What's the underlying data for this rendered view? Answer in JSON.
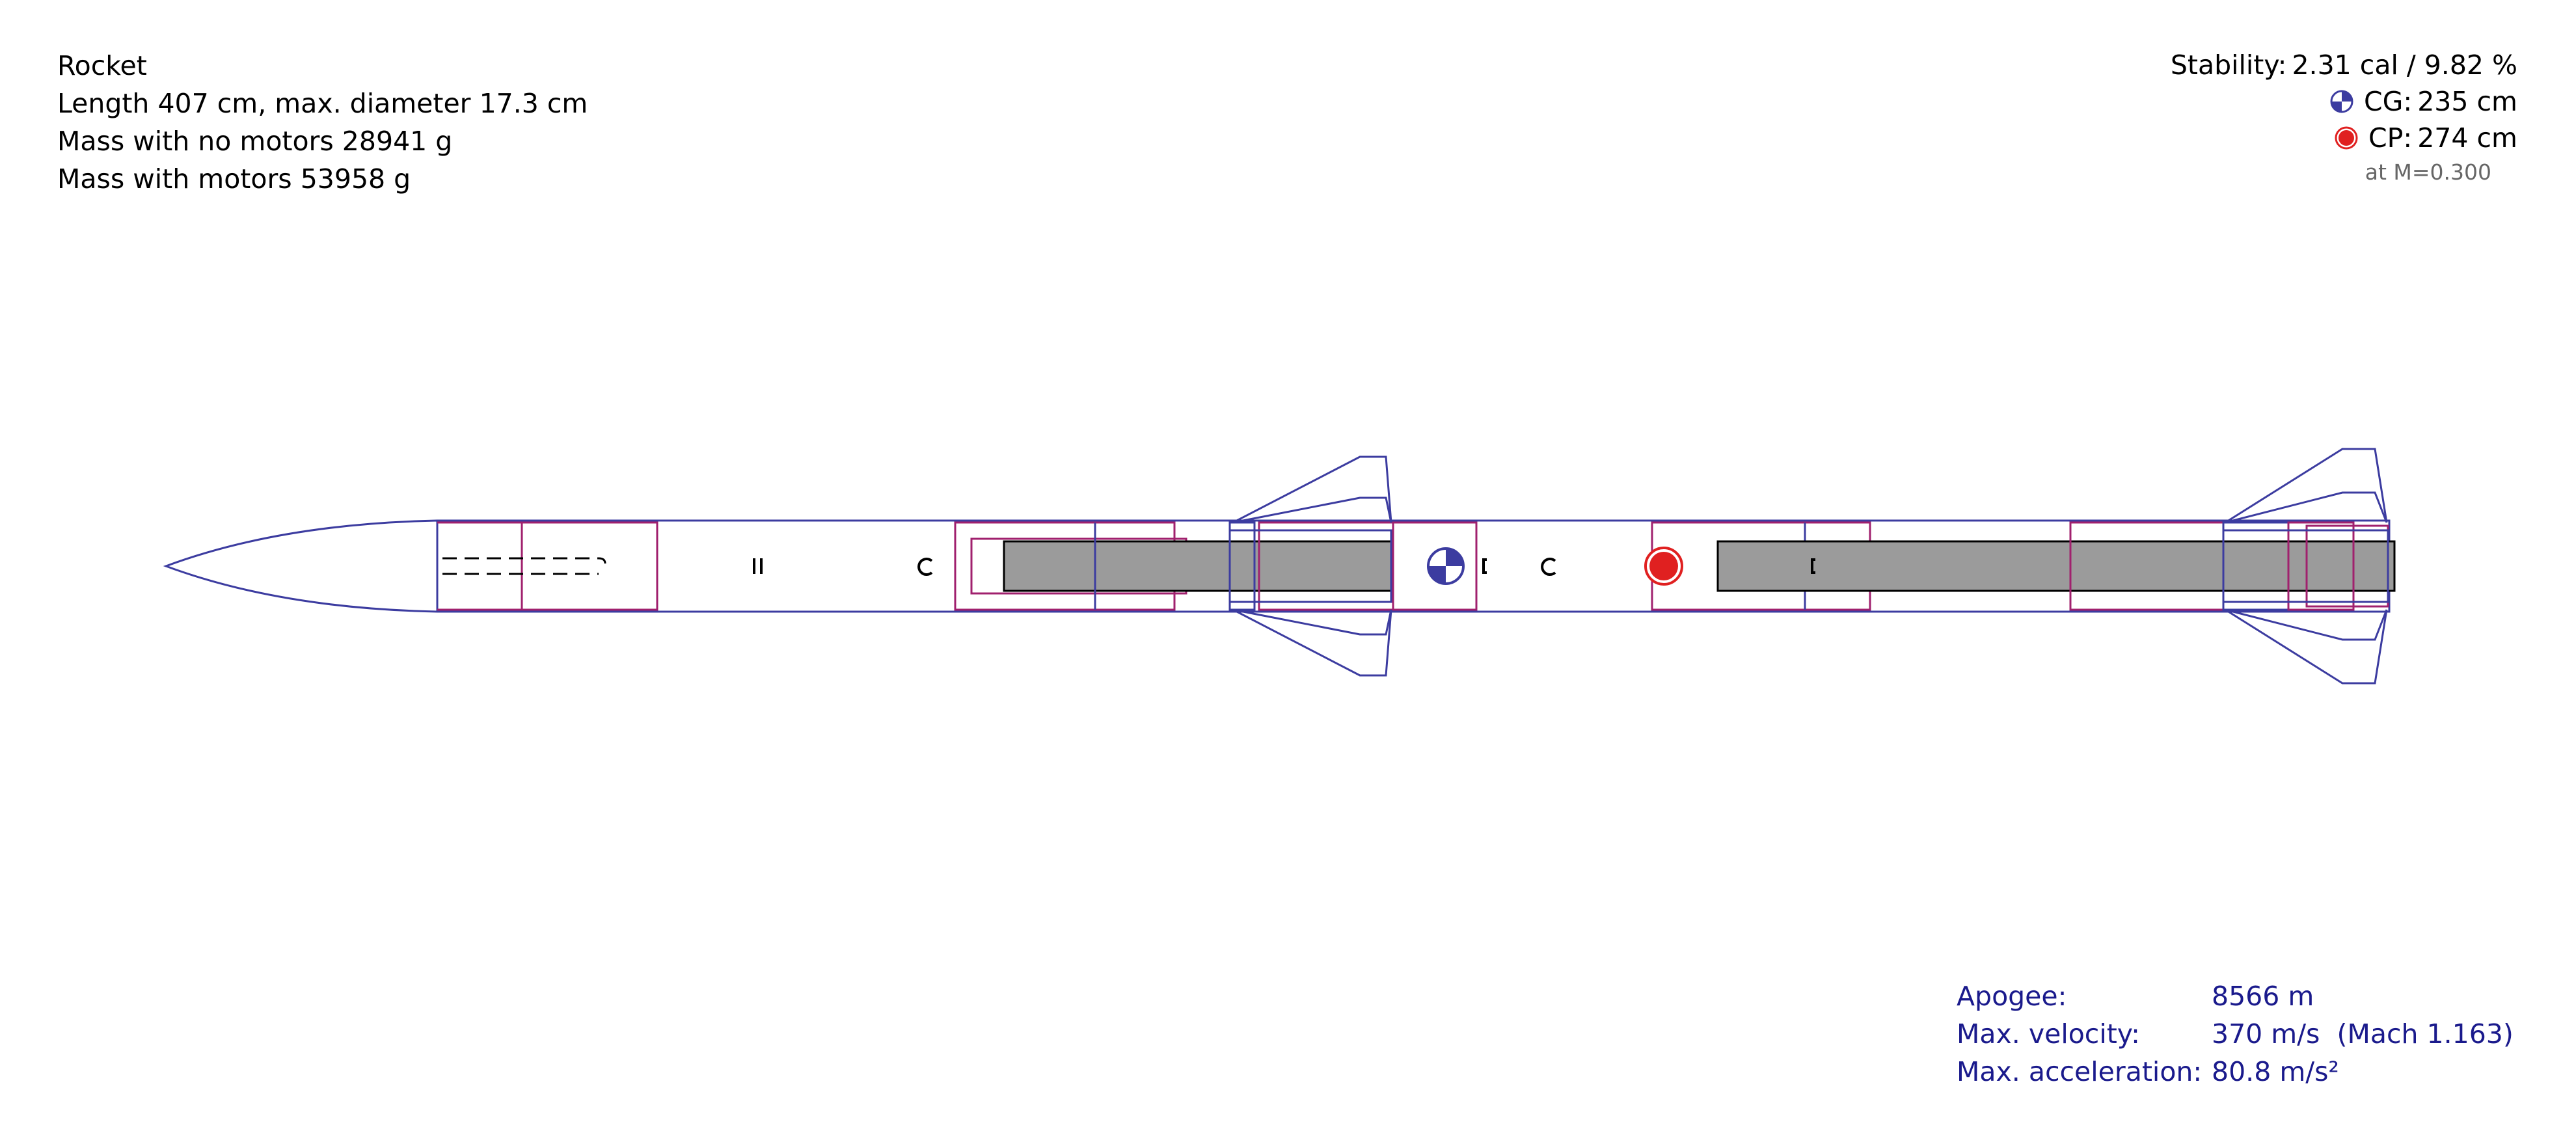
{
  "rocket_info": {
    "name": "Rocket",
    "length_line": "Length 407 cm, max. diameter 17.3 cm",
    "mass_no_motors_line": "Mass with no motors 28941 g",
    "mass_with_motors_line": "Mass with motors 53958 g"
  },
  "stability": {
    "stability_label": "Stability:",
    "stability_value": "2.31 cal / 9.82 %",
    "cg_label": "CG:",
    "cg_value": "235 cm",
    "cp_label": "CP:",
    "cp_value": "274 cm",
    "mach_note": "at M=0.300"
  },
  "flight": {
    "apogee_label": "Apogee:",
    "apogee_value": "8566 m",
    "velocity_label": "Max. velocity:",
    "velocity_value": "370 m/s  (Mach 1.163)",
    "acceleration_label": "Max. acceleration:",
    "acceleration_value": "80.8 m/s²"
  },
  "colors": {
    "body_outline": "#3c3ca0",
    "internal_component": "#a0206e",
    "motor_fill": "#9b9b9b",
    "cp_marker": "#e02020",
    "cg_marker": "#3c3ca0",
    "flight_text": "#1a1a8c"
  },
  "icons": {
    "cg_symbol": "cg-icon",
    "cp_symbol": "cp-icon"
  }
}
